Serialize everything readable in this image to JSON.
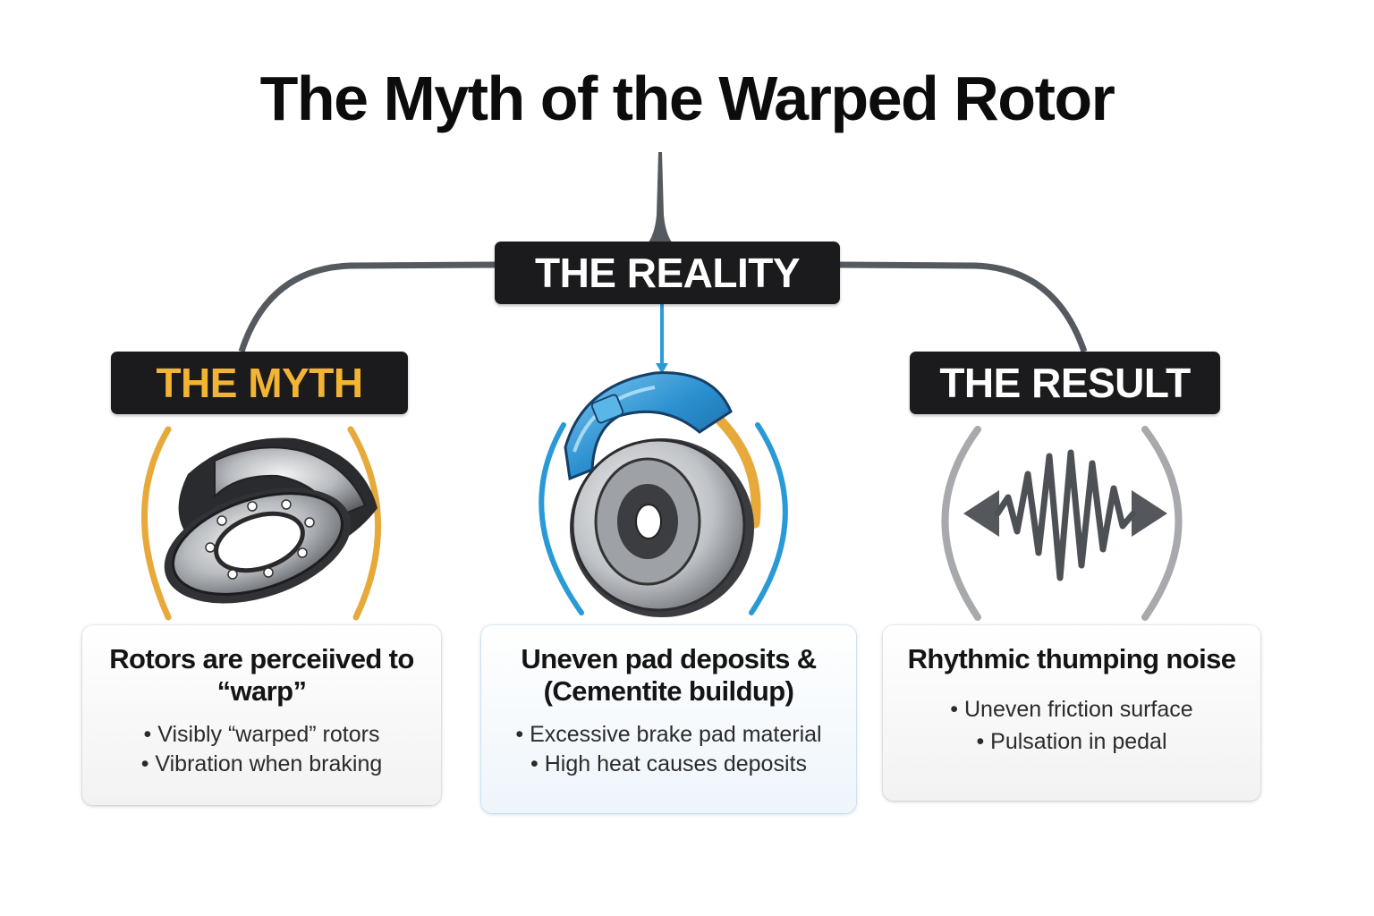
{
  "title": "The Myth of the Warped Rotor",
  "colors": {
    "gold": "#E7A93A",
    "blue": "#2A9AD6",
    "dark": "#1B1B1D",
    "connector": "#555A60",
    "grey_arc": "#A7A9AC"
  },
  "myth": {
    "label": "THE MYTH",
    "label_color": "#F2B434",
    "icon": "rotor-icon",
    "card_title": "Rotors are perceiived to “warp”",
    "bullets": [
      "Visibly “warped” rotors",
      "Vibration when braking"
    ]
  },
  "reality": {
    "label": "THE REALITY",
    "label_color": "#FFFFFF",
    "icon": "brake-caliper-icon",
    "card_title_line1": "Uneven pad deposits &",
    "card_title_line2": "(Cementite buildup)",
    "bullets": [
      "Excessive brake pad material",
      "High heat causes deposits"
    ]
  },
  "result": {
    "label": "THE RESULT",
    "label_color": "#FFFFFF",
    "icon": "vibration-wave-icon",
    "card_title": "Rhythmic thumping noise",
    "bullets": [
      "Uneven friction surface",
      "Pulsation in pedal"
    ]
  }
}
